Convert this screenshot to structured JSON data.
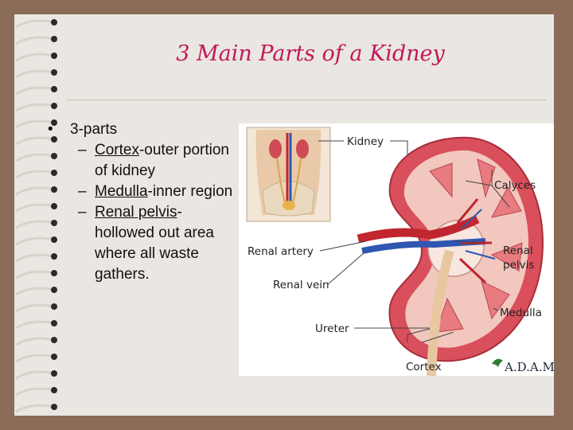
{
  "title": "3 Main Parts of a Kidney",
  "bullets": {
    "main": "3-parts",
    "sub": [
      {
        "term": "Cortex",
        "desc": "-outer portion of kidney"
      },
      {
        "term": "Medulla",
        "desc": "-inner region"
      },
      {
        "term": "Renal pelvis",
        "desc": "- hollowed out area where all waste gathers."
      }
    ]
  },
  "figure": {
    "labels": {
      "kidney": "Kidney",
      "calyces": "Calyces",
      "renal_artery": "Renal artery",
      "renal_pelvis_1": "Renal",
      "renal_pelvis_2": "pelvis",
      "renal_vein": "Renal vein",
      "medulla": "Medulla",
      "ureter": "Ureter",
      "cortex": "Cortex"
    },
    "logo": "A.D.A.M."
  },
  "colors": {
    "title": "#c2185b",
    "frame": "#8a6c58",
    "page": "#eae6e1",
    "kidney_outer": "#d94f5c",
    "kidney_inner": "#f4c9c2",
    "artery": "#c0262f",
    "vein": "#2f56b0"
  }
}
